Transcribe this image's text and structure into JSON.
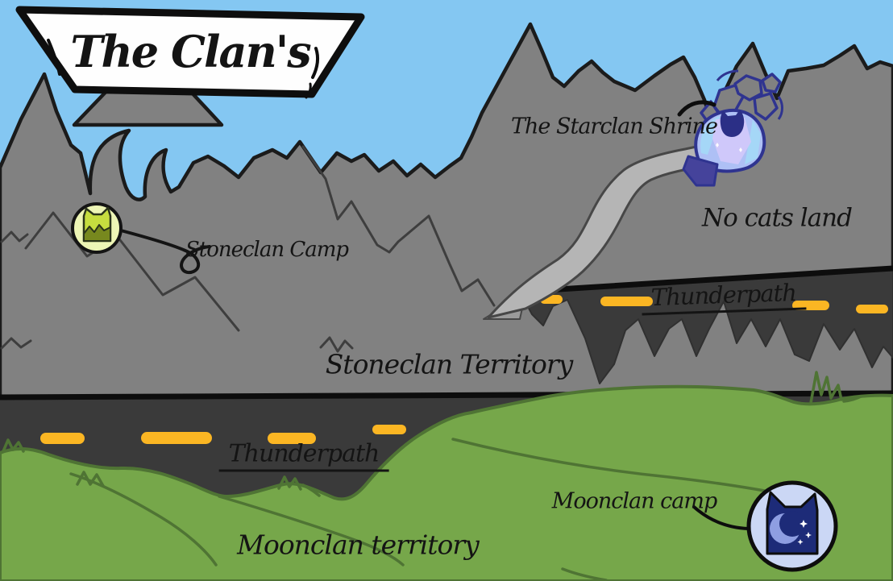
{
  "map": {
    "title": "The Clan's",
    "regions": {
      "stoneclan": "Stoneclan Territory",
      "moonclan": "Moonclan territory",
      "no_cats": "No cats land"
    },
    "roads": {
      "upper_label": "Thunderpath",
      "lower_label": "Thunderpath",
      "upper_dash_count": 4,
      "lower_dash_count": 4
    },
    "markers": {
      "starclan_shrine": {
        "label": "The Starclan Shrine",
        "icon": "crystal-geode-icon"
      },
      "stoneclan_camp": {
        "label": "Stoneclan Camp",
        "icon": "cat-head-mountain-icon"
      },
      "moonclan_camp": {
        "label": "Moonclan camp",
        "icon": "cat-head-moon-icon"
      }
    },
    "colors": {
      "sky": "#84C7F2",
      "mountain_gray": "#818181",
      "mountain_outline": "#1B1B1B",
      "road_dark": "#3A3A3A",
      "road_stripe_yellow": "#FBB623",
      "grass_green": "#76A74A",
      "grass_outline": "#4F7434",
      "path_gray": "#B5B5B5",
      "banner_white": "#FEFEFE",
      "ink_black": "#141414",
      "shrine_outline_blue": "#2F3490",
      "shrine_crystal_blue": "#AEC0F5",
      "shrine_facet_lightblue": "#A5D7F7",
      "shrine_facet_lavender": "#CFC8FA",
      "shrine_base_indigo": "#45439B",
      "stoneclan_circle": "#EDF5B5",
      "stoneclan_cat_green": "#C6DD3F",
      "stoneclan_cat_dark": "#77881E",
      "moonclan_circle": "#CBD7F5",
      "moonclan_cat_navy": "#1D2B78",
      "moon_lavender": "#8E9EE2"
    }
  }
}
